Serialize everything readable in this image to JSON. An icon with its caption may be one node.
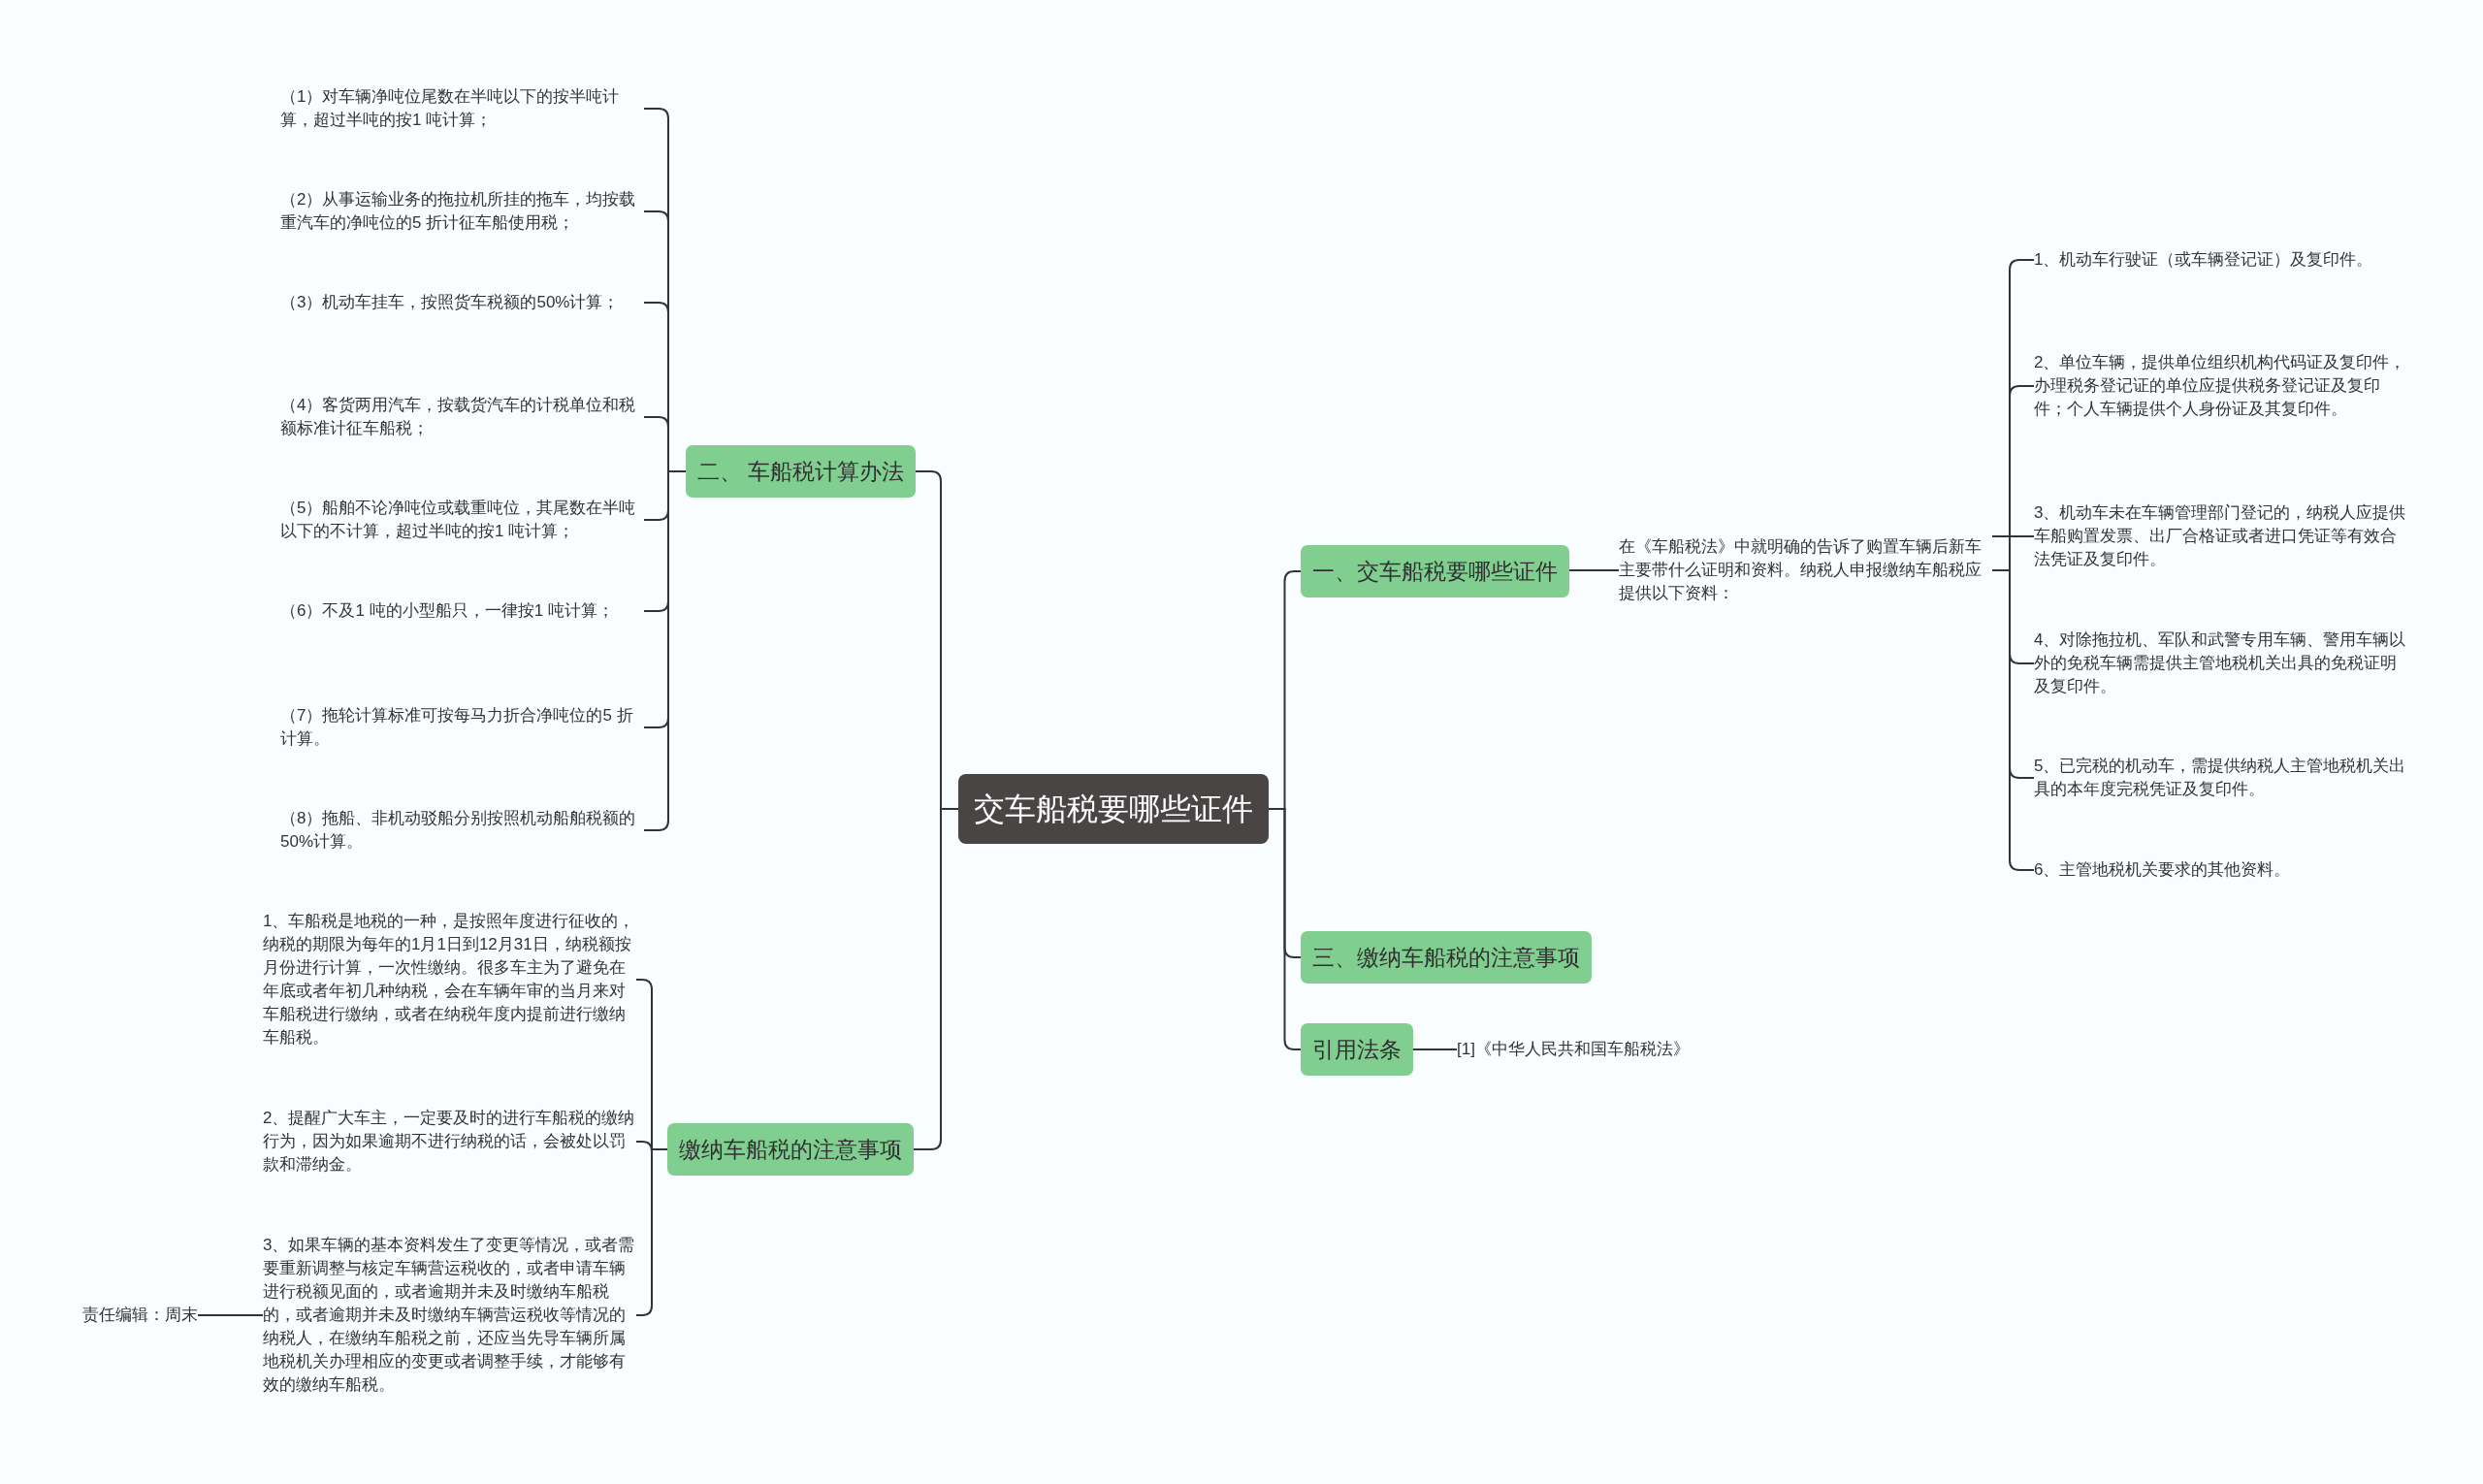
{
  "diagram": {
    "nodes": [
      {
        "text": [
          "交车船税要哪些证件"
        ]
      },
      {
        "text": [
          "一、交车船税要哪些证件"
        ]
      },
      {
        "text": [
          "在《车船税法》中就明确的告诉了购置车辆后新车主要带什么证明和资料。纳税人申报缴纳车船税应提供以下资料："
        ]
      },
      {
        "text": [
          "1、机动车行驶证（或车辆登记证）及复印件。"
        ]
      },
      {
        "text": [
          "2、单位车辆，提供单位组织机构代码证及复印件，办理税务登记证的单位应提供税务登记证及复印件；个人车辆提供个人身份证及其复印件。"
        ]
      },
      {
        "text": [
          "3、机动车未在车辆管理部门登记的，纳税人应提供车船购置发票、出厂合格证或者进口凭证等有效合法凭证及复印件。"
        ]
      },
      {
        "text": [
          "4、对除拖拉机、军队和武警专用车辆、警用车辆以外的免税车辆需提供主管地税机关出具的免税证明及复印件。"
        ]
      },
      {
        "text": [
          "5、已完税的机动车，需提供纳税人主管地税机关出具的本年度完税凭证及复印件。"
        ]
      },
      {
        "text": [
          "6、主管地税机关要求的其他资料。"
        ]
      },
      {
        "text": [
          "二、 车船税计算办法"
        ]
      },
      {
        "text": [
          "（1）对车辆净吨位尾数在半吨以下的按半吨计算，超过半吨的按1 吨计算；"
        ]
      },
      {
        "text": [
          "（2）从事运输业务的拖拉机所挂的拖车，均按载重汽车的净吨位的5 折计征车船使用税；"
        ]
      },
      {
        "text": [
          "（3）机动车挂车，按照货车税额的50%计算；"
        ]
      },
      {
        "text": [
          "（4）客货两用汽车，按载货汽车的计税单位和税额标准计征车船税；"
        ]
      },
      {
        "text": [
          "（5）船舶不论净吨位或载重吨位，其尾数在半吨以下的不计算，超过半吨的按1 吨计算；"
        ]
      },
      {
        "text": [
          "（6）不及1 吨的小型船只，一律按1 吨计算；"
        ]
      },
      {
        "text": [
          "（7）拖轮计算标准可按每马力折合净吨位的5 折计算。"
        ]
      },
      {
        "text": [
          "（8）拖船、非机动驳船分别按照机动船舶税额的50%计算。"
        ]
      },
      {
        "text": [
          "缴纳车船税的注意事项"
        ]
      },
      {
        "text": [
          "1、车船税是地税的一种，是按照年度进行征收的，纳税的期限为每年的1月1日到12月31日，纳税额按月份进行计算，一次性缴纳。很多车主为了避免在年底或者年初几种纳税，会在车辆年审的当月来对车船税进行缴纳，或者在纳税年度内提前进行缴纳车船税。"
        ]
      },
      {
        "text": [
          "2、提醒广大车主，一定要及时的进行车船税的缴纳行为，因为如果逾期不进行纳税的话，会被处以罚款和滞纳金。"
        ]
      },
      {
        "text": [
          "3、如果车辆的基本资料发生了变更等情况，或者需要重新调整与核定车辆营运税收的，或者申请车辆进行税额见面的，或者逾期并未及时缴纳车船税的，或者逾期并未及时缴纳车辆营运税收等情况的纳税人，在缴纳车船税之前，还应当先导车辆所属地税机关办理相应的变更或者调整手续，才能够有效的缴纳车船税。"
        ]
      },
      {
        "text": [
          "责任编辑：周末"
        ]
      },
      {
        "text": [
          "三、缴纳车船税的注意事项"
        ]
      },
      {
        "text": [
          "引用法条"
        ]
      },
      {
        "text": [
          "[1]《中华人民共和国车船税法》"
        ]
      }
    ],
    "edges": [
      {
        "from": 0,
        "to": 1,
        "arrow": "none"
      },
      {
        "from": 1,
        "to": 2,
        "arrow": "none"
      },
      {
        "from": 2,
        "to": 3,
        "arrow": "none"
      },
      {
        "from": 2,
        "to": 4,
        "arrow": "none"
      },
      {
        "from": 2,
        "to": 5,
        "arrow": "none"
      },
      {
        "from": 2,
        "to": 6,
        "arrow": "none"
      },
      {
        "from": 2,
        "to": 7,
        "arrow": "none"
      },
      {
        "from": 2,
        "to": 8,
        "arrow": "none"
      },
      {
        "from": 0,
        "to": 9,
        "arrow": "none"
      },
      {
        "from": 9,
        "to": 10,
        "arrow": "none"
      },
      {
        "from": 9,
        "to": 11,
        "arrow": "none"
      },
      {
        "from": 9,
        "to": 12,
        "arrow": "none"
      },
      {
        "from": 9,
        "to": 13,
        "arrow": "none"
      },
      {
        "from": 9,
        "to": 14,
        "arrow": "none"
      },
      {
        "from": 9,
        "to": 15,
        "arrow": "none"
      },
      {
        "from": 9,
        "to": 16,
        "arrow": "none"
      },
      {
        "from": 9,
        "to": 17,
        "arrow": "none"
      },
      {
        "from": 0,
        "to": 18,
        "arrow": "none"
      },
      {
        "from": 18,
        "to": 19,
        "arrow": "none"
      },
      {
        "from": 18,
        "to": 20,
        "arrow": "none"
      },
      {
        "from": 18,
        "to": 21,
        "arrow": "none"
      },
      {
        "from": 21,
        "to": 22,
        "arrow": "none"
      },
      {
        "from": 0,
        "to": 23,
        "arrow": "none"
      },
      {
        "from": 0,
        "to": 24,
        "arrow": "none"
      },
      {
        "from": 24,
        "to": 25,
        "arrow": "none"
      }
    ]
  }
}
